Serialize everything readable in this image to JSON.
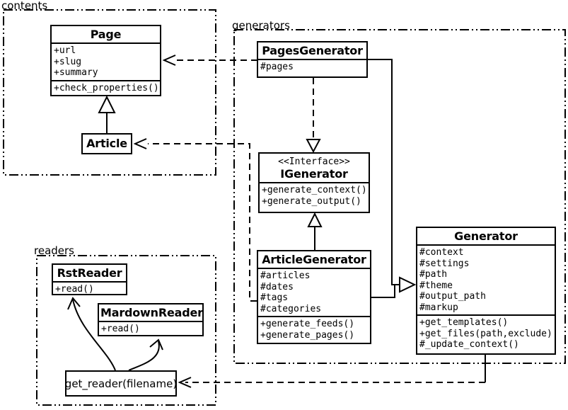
{
  "packages": {
    "contents": {
      "label": "contents"
    },
    "generators": {
      "label": "generators"
    },
    "readers": {
      "label": "readers"
    }
  },
  "classes": {
    "page": {
      "name": "Page",
      "attributes": [
        "+url",
        "+slug",
        "+summary"
      ],
      "methods": [
        "+check_properties()"
      ]
    },
    "article": {
      "name": "Article"
    },
    "pages_generator": {
      "name": "PagesGenerator",
      "attributes": [
        "#pages"
      ]
    },
    "igenerator": {
      "stereotype": "<<Interface>>",
      "name": "IGenerator",
      "methods": [
        "+generate_context()",
        "+generate_output()"
      ]
    },
    "article_generator": {
      "name": "ArticleGenerator",
      "attributes": [
        "#articles",
        "#dates",
        "#tags",
        "#categories"
      ],
      "methods": [
        "+generate_feeds()",
        "+generate_pages()"
      ]
    },
    "generator": {
      "name": "Generator",
      "attributes": [
        "#context",
        "#settings",
        "#path",
        "#theme",
        "#output_path",
        "#markup"
      ],
      "methods": [
        "+get_templates()",
        "+get_files(path,exclude)",
        "#_update_context()"
      ]
    },
    "rst_reader": {
      "name": "RstReader",
      "methods": [
        "+read()"
      ]
    },
    "mardown_reader": {
      "name": "MardownReader",
      "methods": [
        "+read()"
      ]
    },
    "get_reader": {
      "label": "get_reader(filename)"
    }
  },
  "relationships": [
    {
      "type": "inheritance",
      "from": "Article",
      "to": "Page"
    },
    {
      "type": "realization",
      "from": "PagesGenerator",
      "to": "IGenerator"
    },
    {
      "type": "realization",
      "from": "ArticleGenerator",
      "to": "IGenerator"
    },
    {
      "type": "inheritance",
      "from": "PagesGenerator",
      "to": "Generator"
    },
    {
      "type": "inheritance",
      "from": "ArticleGenerator",
      "to": "Generator"
    },
    {
      "type": "dependency",
      "from": "PagesGenerator",
      "to": "Page"
    },
    {
      "type": "dependency",
      "from": "ArticleGenerator",
      "to": "Article"
    },
    {
      "type": "dependency",
      "from": "Generator",
      "to": "get_reader(filename)"
    },
    {
      "type": "call",
      "from": "get_reader(filename)",
      "to": "RstReader"
    },
    {
      "type": "call",
      "from": "get_reader(filename)",
      "to": "MardownReader"
    }
  ],
  "colors": {
    "line": "#000000",
    "background": "#ffffff",
    "box_fill": "#ffffff"
  }
}
